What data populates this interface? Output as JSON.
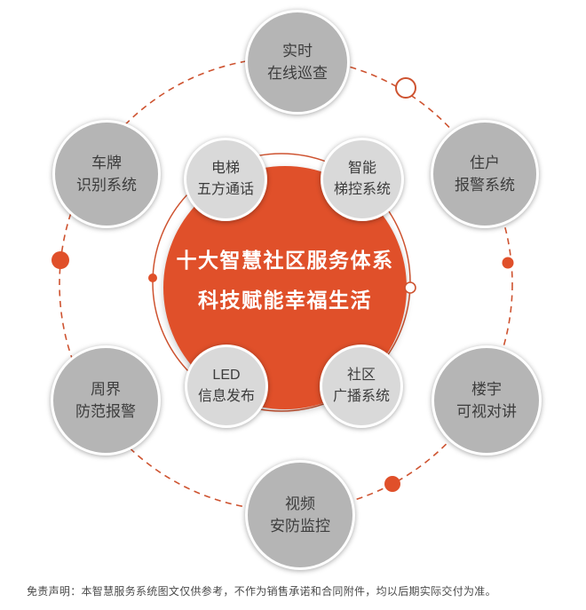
{
  "title": {
    "line1": "十大智慧社区服务体系",
    "line2": "科技赋能幸福生活"
  },
  "outer_nodes": [
    {
      "id": "realtime-online-inspection",
      "label": "实时\n在线巡查"
    },
    {
      "id": "license-plate-recognition",
      "label": "车牌\n识别系统"
    },
    {
      "id": "resident-alarm",
      "label": "住户\n报警系统"
    },
    {
      "id": "perimeter-alarm",
      "label": "周界\n防范报警"
    },
    {
      "id": "building-video-intercom",
      "label": "楼宇\n可视对讲"
    },
    {
      "id": "video-surveillance",
      "label": "视频\n安防监控"
    }
  ],
  "inner_nodes": [
    {
      "id": "elevator-five-party-intercom",
      "label": "电梯\n五方通话"
    },
    {
      "id": "smart-elevator-control",
      "label": "智能\n梯控系统"
    },
    {
      "id": "led-info-release",
      "label": "LED\n信息发布"
    },
    {
      "id": "community-broadcast",
      "label": "社区\n广播系统"
    }
  ],
  "disclaimer": "免责声明：本智慧服务系统图文仅供参考，不作为销售承诺和合同附件，均以后期实际交付为准。",
  "colors": {
    "accent": "#E0502A",
    "dashed_stroke": "#CE5330",
    "outer_gray": "#B5B5B5",
    "inner_gray": "#D9D9D9",
    "label_text": "#3D3D3D",
    "title_text": "#FFFFFF",
    "disclaimer_text": "#4A4A4A"
  }
}
